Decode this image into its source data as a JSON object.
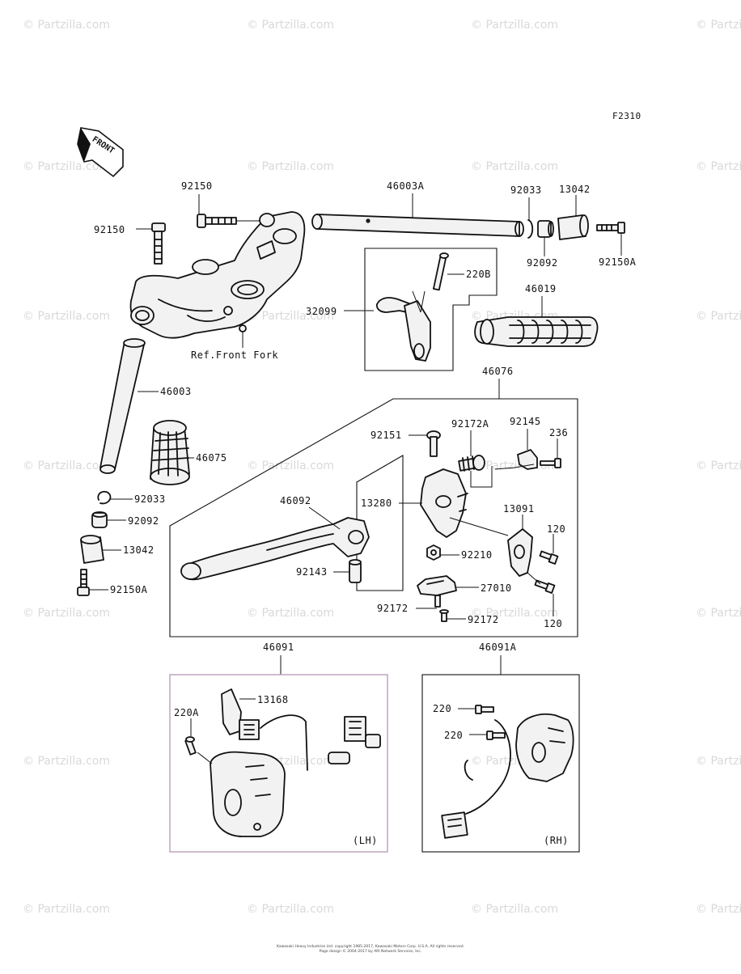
{
  "figure_code": "F2310",
  "front_label": "FRONT",
  "watermark": "© Partzilla.com",
  "footer": {
    "line1": "Kawasaki Heavy Industries Ltd. copyright 1985-2017, Kawasaki Motors Corp. U.S.A. All rights reserved.",
    "line2": "Page design © 2004-2017 by ARI Network Services, Inc."
  },
  "labels": {
    "p92150_top": "92150",
    "p92150_left": "92150",
    "p46003A": "46003A",
    "p92033_top": "92033",
    "p13042_top": "13042",
    "p92092_top": "92092",
    "p92150A_top": "92150A",
    "p220B": "220B",
    "p32099": "32099",
    "p46019": "46019",
    "ref_front_fork": "Ref.Front Fork",
    "p46076": "46076",
    "p46003": "46003",
    "p46075": "46075",
    "p92033_left": "92033",
    "p92092_left": "92092",
    "p13042_left": "13042",
    "p92150A_left": "92150A",
    "p92151": "92151",
    "p92172A": "92172A",
    "p92145": "92145",
    "p236": "236",
    "p46092": "46092",
    "p13280": "13280",
    "p13091": "13091",
    "p120_a": "120",
    "p92210": "92210",
    "p92143": "92143",
    "p27010": "27010",
    "p92172_a": "92172",
    "p92172_b": "92172",
    "p120_b": "120",
    "p46091": "46091",
    "p46091A": "46091A",
    "p13168": "13168",
    "p220A": "220A",
    "p220_a": "220",
    "p220_b": "220",
    "lh": "(LH)",
    "rh": "(RH)"
  }
}
